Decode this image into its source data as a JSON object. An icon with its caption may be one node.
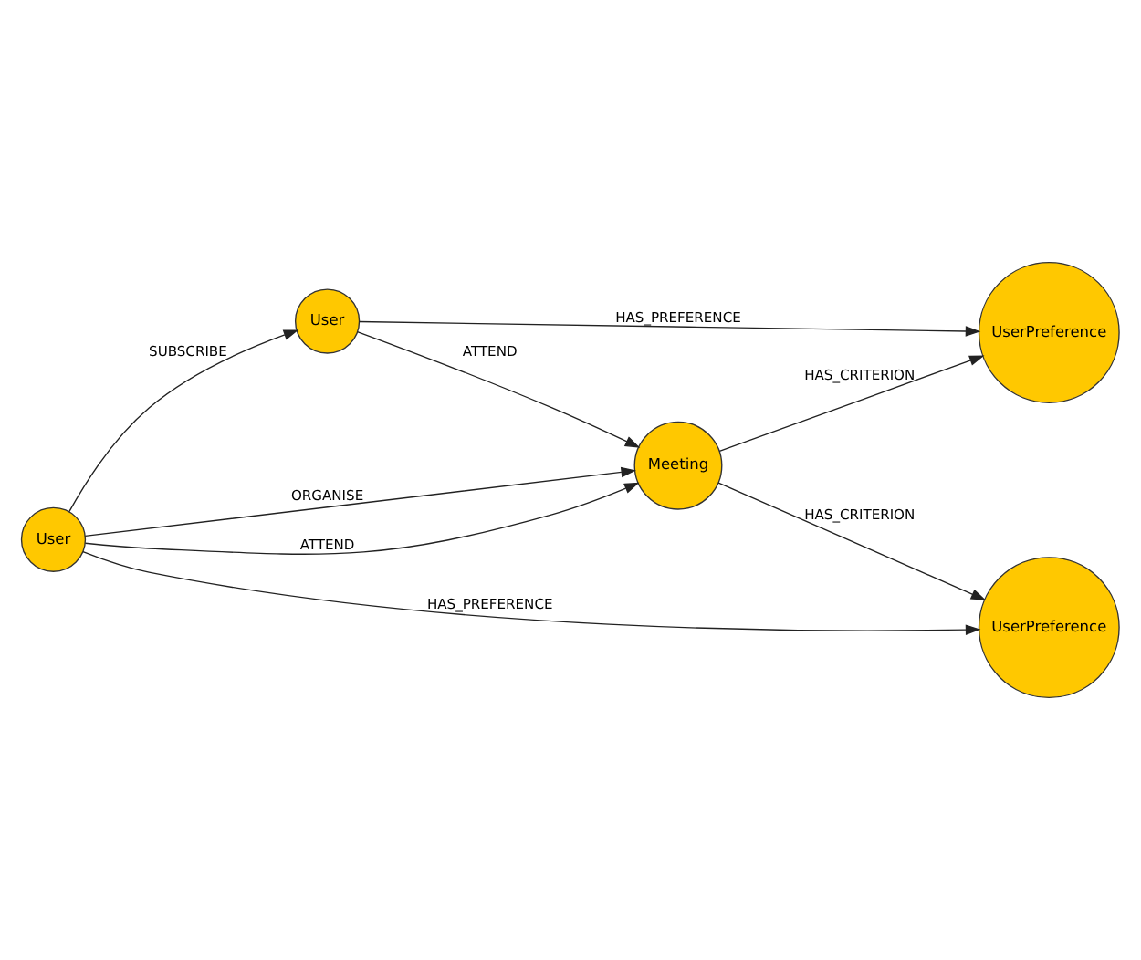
{
  "diagram": {
    "nodes": [
      {
        "text": [
          "User"
        ]
      },
      {
        "text": [
          "User"
        ]
      },
      {
        "text": [
          "Meeting"
        ]
      },
      {
        "text": [
          "UserPreference"
        ]
      },
      {
        "text": [
          "UserPreference"
        ]
      }
    ],
    "edges": [
      {
        "from": 0,
        "to": 3,
        "arrow": "to",
        "label": "HAS_PREFERENCE"
      },
      {
        "from": 0,
        "to": 2,
        "arrow": "to",
        "label": "ORGANISE"
      },
      {
        "from": 0,
        "to": 2,
        "arrow": "to",
        "label": "ATTEND"
      },
      {
        "from": 0,
        "to": 1,
        "arrow": "to",
        "label": "SUBSCRIBE"
      },
      {
        "from": 1,
        "to": 2,
        "arrow": "to",
        "label": "ATTEND"
      },
      {
        "from": 1,
        "to": 4,
        "arrow": "to",
        "label": "HAS_PREFERENCE"
      },
      {
        "from": 2,
        "to": 3,
        "arrow": "to",
        "label": "HAS_CRITERION"
      },
      {
        "from": 2,
        "to": 4,
        "arrow": "to",
        "label": "HAS_CRITERION"
      }
    ]
  }
}
